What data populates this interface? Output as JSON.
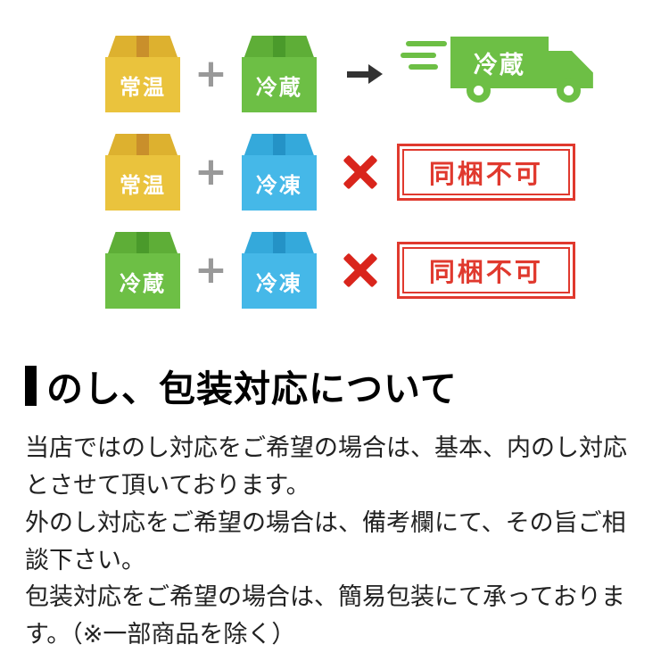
{
  "colors": {
    "yellow_box": "#EAC33D",
    "green_box": "#6DBF45",
    "blue_box": "#45B8E8",
    "cross_red": "#D9251C",
    "stamp_red": "#E0392E",
    "truck_green": "#6DBF45",
    "title_bar_black": "#000000"
  },
  "shipping": {
    "rows": [
      {
        "box1": {
          "label": "常温"
        },
        "plus": "+",
        "box2": {
          "label": "冷蔵"
        },
        "result": {
          "type": "truck",
          "label": "冷蔵"
        }
      },
      {
        "box1": {
          "label": "常温"
        },
        "plus": "+",
        "box2": {
          "label": "冷凍"
        },
        "result": {
          "type": "stamp",
          "label": "同梱不可"
        }
      },
      {
        "box1": {
          "label": "冷蔵"
        },
        "plus": "+",
        "box2": {
          "label": "冷凍"
        },
        "result": {
          "type": "stamp",
          "label": "同梱不可"
        }
      }
    ]
  },
  "section": {
    "title": "のし、包装対応について",
    "paragraphs": [
      "当店ではのし対応をご希望の場合は、基本、内のし対応とさせて頂いております。",
      "外のし対応をご希望の場合は、備考欄にて、その旨ご相談下さい。",
      "包装対応をご希望の場合は、簡易包装にて承っております。（※一部商品を除く）"
    ]
  }
}
